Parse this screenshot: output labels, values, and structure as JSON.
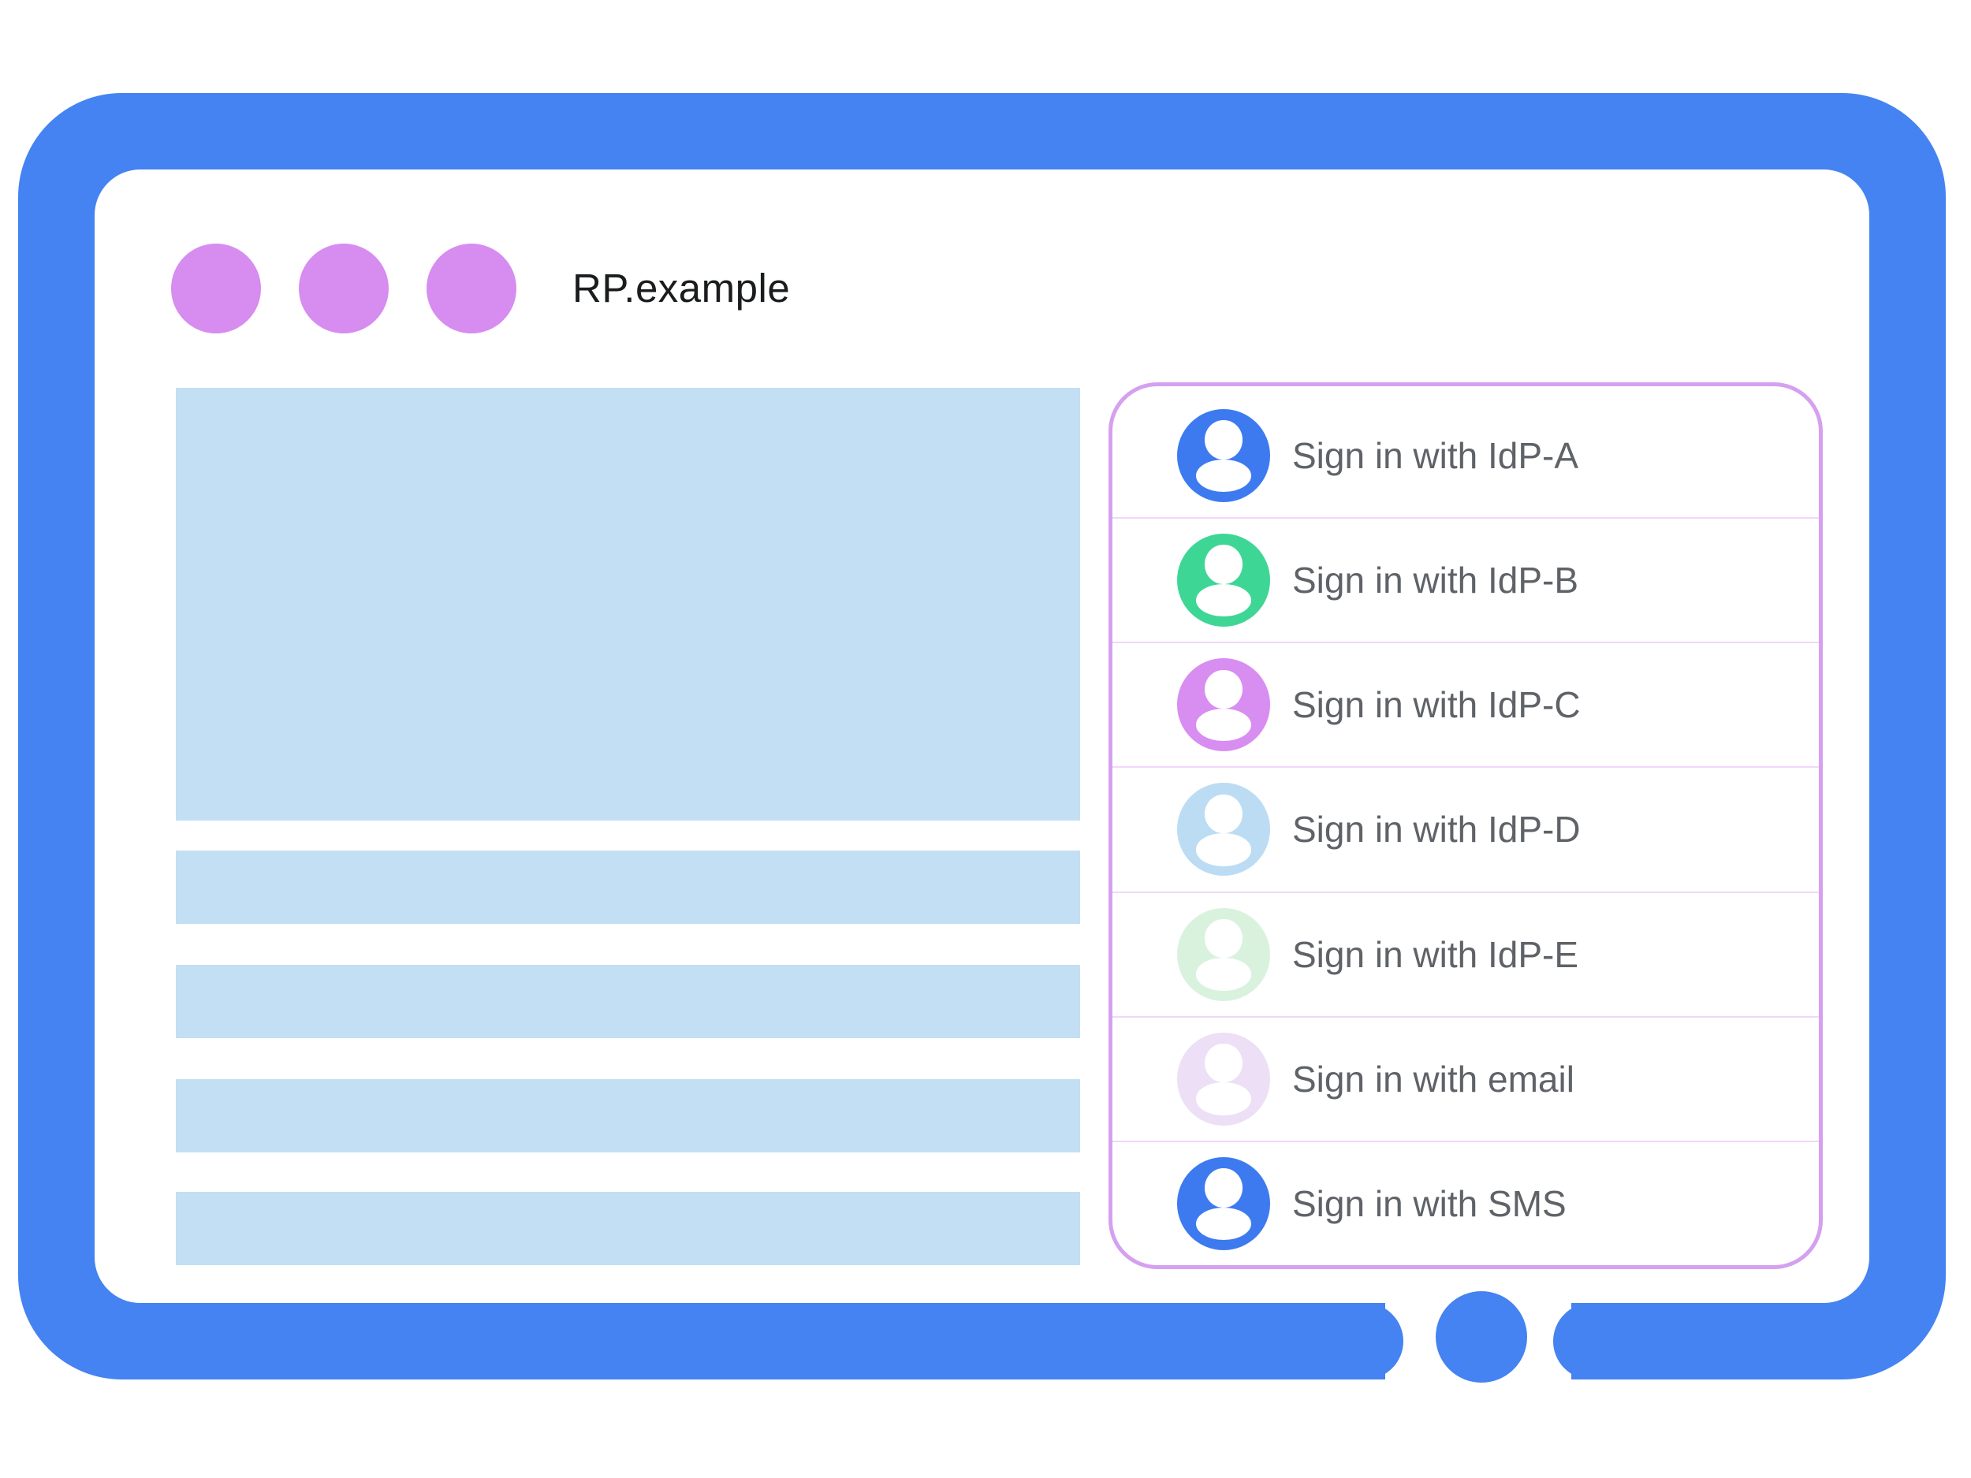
{
  "browser_window": {
    "title": "RP.example",
    "window_controls": {
      "dot_count": 3,
      "dot_color": "#d78cef"
    },
    "content_placeholders": {
      "hero_blocks": 1,
      "line_blocks": 4
    }
  },
  "signin_panel": {
    "items": [
      {
        "id": "idp-a",
        "label": "Sign in with IdP-A",
        "avatar_icon": "person-icon",
        "avatar_color": "#3d7af0"
      },
      {
        "id": "idp-b",
        "label": "Sign in with IdP-B",
        "avatar_icon": "person-icon",
        "avatar_color": "#3ed695"
      },
      {
        "id": "idp-c",
        "label": "Sign in with IdP-C",
        "avatar_icon": "person-icon",
        "avatar_color": "#d88df1"
      },
      {
        "id": "idp-d",
        "label": "Sign in with IdP-D",
        "avatar_icon": "person-icon",
        "avatar_color": "#bcdcf4"
      },
      {
        "id": "idp-e",
        "label": "Sign in with IdP-E",
        "avatar_icon": "person-icon",
        "avatar_color": "#d9f2de"
      },
      {
        "id": "email",
        "label": "Sign in with email",
        "avatar_icon": "person-icon",
        "avatar_color": "#ecdff6"
      },
      {
        "id": "sms",
        "label": "Sign in with SMS",
        "avatar_icon": "person-icon",
        "avatar_color": "#3d7af0"
      }
    ]
  },
  "colors": {
    "frame_blue": "#4483f1",
    "dot_purple": "#d78cef",
    "placeholder_blue": "#c2dff4",
    "panel_border": "#d5a0f0",
    "panel_divider": "#f2d7f9",
    "label_text": "#5f6368",
    "title_text": "#1a1c1e"
  }
}
